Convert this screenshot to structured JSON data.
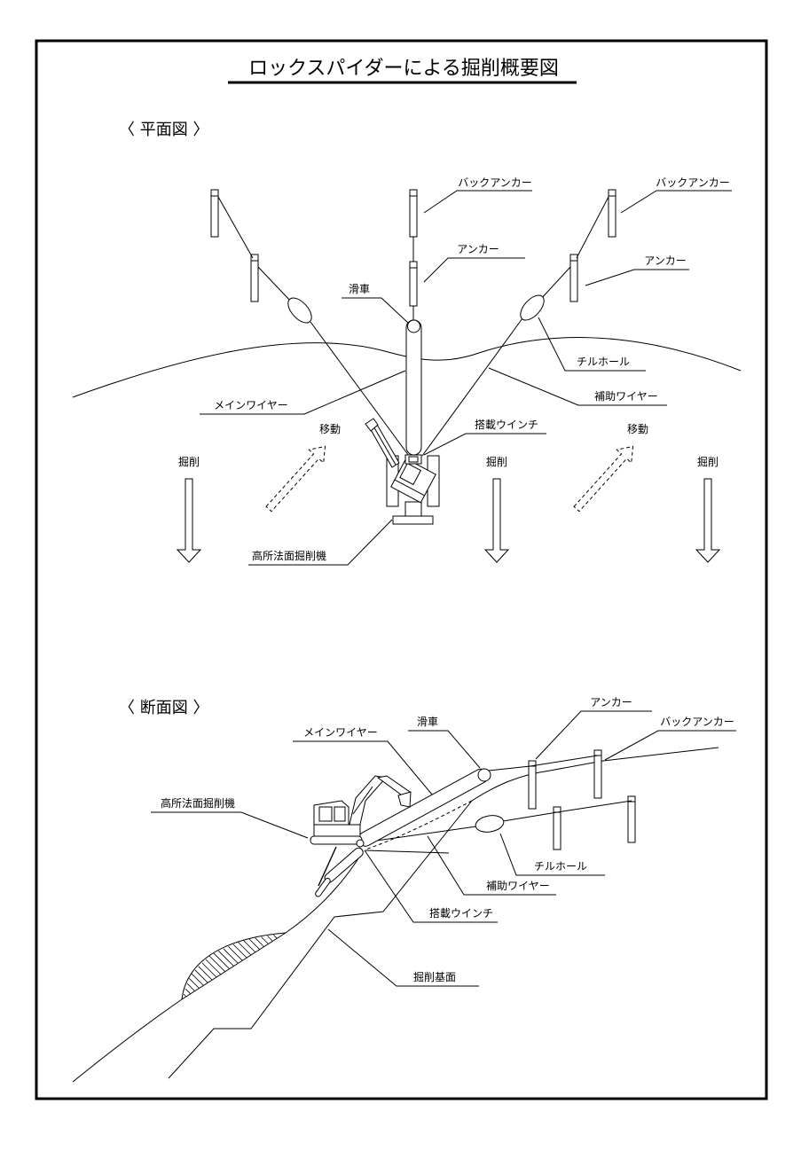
{
  "title": "ロックスパイダーによる掘削概要図",
  "plan_view": {
    "heading": "〈 平面図 〉",
    "labels": {
      "back_anchor_center": "バックアンカー",
      "back_anchor_right": "バックアンカー",
      "anchor_center": "アンカー",
      "anchor_right": "アンカー",
      "pulley": "滑車",
      "chirhole": "チルホール",
      "aux_wire": "補助ワイヤー",
      "main_wire": "メインワイヤー",
      "winch": "搭載ウインチ",
      "move_left": "移動",
      "move_right": "移動",
      "excavation_left": "掘削",
      "excavation_center": "掘削",
      "excavation_right": "掘削",
      "machine": "高所法面掘削機"
    }
  },
  "section_view": {
    "heading": "〈 断面図 〉",
    "labels": {
      "anchor": "アンカー",
      "back_anchor": "バックアンカー",
      "pulley": "滑車",
      "main_wire": "メインワイヤー",
      "machine": "高所法面掘削機",
      "chirhole": "チルホール",
      "aux_wire": "補助ワイヤー",
      "winch": "搭載ウインチ",
      "excavation_base": "掘削基面"
    }
  },
  "colors": {
    "line": "#000000",
    "background": "#ffffff"
  }
}
